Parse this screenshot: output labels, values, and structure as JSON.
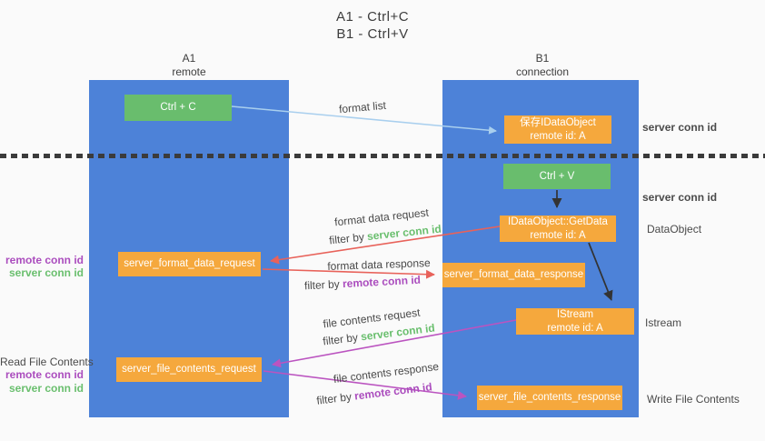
{
  "title": {
    "line1": "A1 - Ctrl+C",
    "line2": "B1 - Ctrl+V"
  },
  "lifelines": {
    "left": {
      "name": "A1",
      "role": "remote"
    },
    "right": {
      "name": "B1",
      "role": "connection"
    }
  },
  "nodes": {
    "ctrl_c": "Ctrl + C",
    "save_idataobject_line1": "保存IDataObject",
    "save_idataobject_line2": "remote id: A",
    "ctrl_v": "Ctrl + V",
    "getdata_line1": "IDataObject::GetData",
    "getdata_line2": "remote id: A",
    "server_format_data_request": "server_format_data_request",
    "server_format_data_response": "server_format_data_response",
    "istream_line1": "IStream",
    "istream_line2": "remote id: A",
    "server_file_contents_request": "server_file_contents_request",
    "server_file_contents_response": "server_file_contents_response"
  },
  "labels": {
    "format_list": "format list",
    "format_data_request": "format data request",
    "format_data_response": "format data response",
    "file_contents_request": "file contents request",
    "file_contents_response": "file contents response",
    "filter_by": "filter by ",
    "server_conn_id": "server conn id",
    "remote_conn_id": "remote conn id",
    "dataobject": "DataObject",
    "istream": "Istream",
    "read_file_contents": "Read File Contents",
    "write_file_contents": "Write File Contents"
  },
  "colors": {
    "background": "#fafafa",
    "lifeline_blue": "#4d82d8",
    "box_green": "#69bd6d",
    "box_orange": "#f5a83d",
    "arrow_red": "#e8625a",
    "arrow_magenta": "#bb54c0",
    "arrow_light_blue": "#a9cfee",
    "arrow_black": "#333333",
    "text_green": "#6abf6e",
    "text_purple": "#ab4dbe",
    "text_dark": "#3d3d3d"
  }
}
